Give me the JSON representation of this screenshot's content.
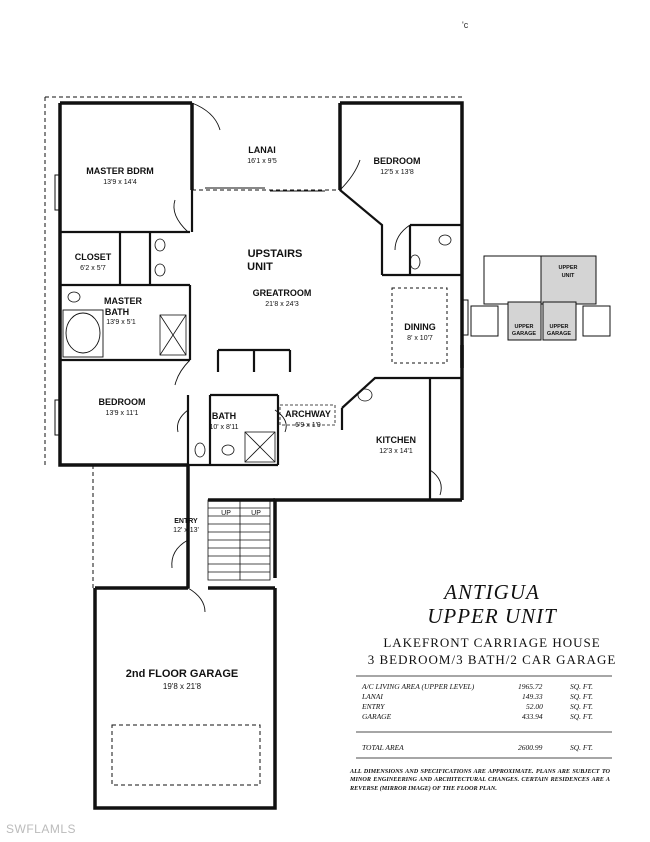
{
  "rooms": {
    "master_bdrm": {
      "name": "MASTER BDRM",
      "dims": "13'9 x 14'4"
    },
    "lanai": {
      "name": "LANAI",
      "dims": "16'1 x 9'5"
    },
    "bedroom_right": {
      "name": "BEDROOM",
      "dims": "12'5 x 13'8"
    },
    "closet": {
      "name": "CLOSET",
      "dims": "6'2 x 5'7"
    },
    "upstairs_unit": {
      "name_line1": "UPSTAIRS",
      "name_line2": "UNIT"
    },
    "greatroom": {
      "name": "GREATROOM",
      "dims": "21'8 x 24'3"
    },
    "master_bath": {
      "name_line1": "MASTER",
      "name_line2": "BATH",
      "dims": "13'9 x 5'1"
    },
    "dining": {
      "name": "DINING",
      "dims": "8' x 10'7"
    },
    "bedroom_left": {
      "name": "BEDROOM",
      "dims": "13'9 x 11'1"
    },
    "bath": {
      "name": "BATH",
      "dims": "10' x 8'11"
    },
    "archway": {
      "name": "ARCHWAY",
      "dims": "6'9 x 1'9"
    },
    "kitchen": {
      "name": "KITCHEN",
      "dims": "12'3 x 14'1"
    },
    "entry": {
      "name": "ENTRY",
      "dims": "12' x 13'"
    },
    "garage": {
      "name": "2nd FLOOR GARAGE",
      "dims": "19'8 x 21'8"
    },
    "stair_up": "UP",
    "stair_dn": "UP"
  },
  "key_plan": {
    "upper_unit_line1": "UPPER",
    "upper_unit_line2": "UNIT",
    "garage_a_line1": "UPPER",
    "garage_a_line2": "GARAGE",
    "garage_b_line1": "UPPER",
    "garage_b_line2": "GARAGE"
  },
  "title": {
    "line1": "ANTIGUA",
    "line2": "UPPER UNIT",
    "line3": "LAKEFRONT CARRIAGE HOUSE",
    "line4": "3 BEDROOM/3 BATH/2 CAR GARAGE"
  },
  "areas": [
    {
      "label": "A/C LIVING AREA  (UPPER LEVEL)",
      "value": "1965.72",
      "unit": "SQ. FT."
    },
    {
      "label": "LANAI",
      "value": "149.33",
      "unit": "SQ. FT."
    },
    {
      "label": "ENTRY",
      "value": "52.00",
      "unit": "SQ. FT."
    },
    {
      "label": "GARAGE",
      "value": "433.94",
      "unit": "SQ. FT."
    }
  ],
  "total": {
    "label": "TOTAL AREA",
    "value": "2600.99",
    "unit": "SQ. FT."
  },
  "disclaimer": "ALL DIMENSIONS AND SPECIFICATIONS ARE APPROXIMATE. PLANS ARE SUBJECT TO MINOR ENGINEERING AND ARCHITECTURAL CHANGES. CERTAIN RESIDENCES ARE A REVERSE (MIRROR IMAGE) OF THE FLOOR PLAN.",
  "watermark": "SWFLAMLS",
  "corner_mark": "'c"
}
